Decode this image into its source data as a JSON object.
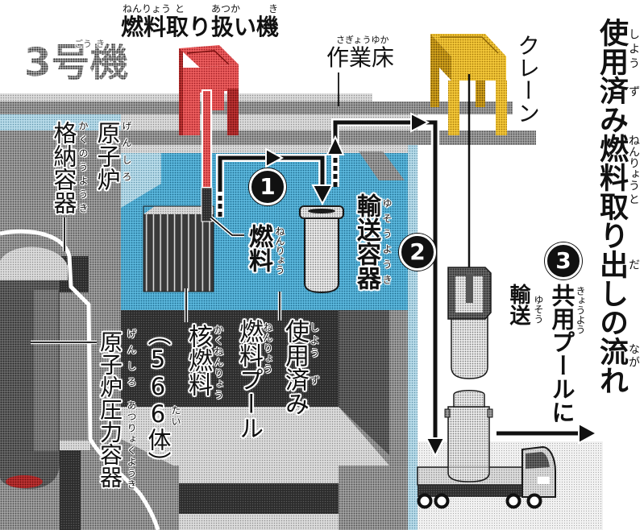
{
  "header": {
    "unit": {
      "text": "3号機",
      "ruby": [
        "ごう",
        "き"
      ]
    },
    "fuel_handling_machine": {
      "text": "燃料取り扱い機",
      "ruby": [
        "ねんりょう",
        "と",
        "あつか",
        "き"
      ]
    }
  },
  "title": {
    "text": "使用済み燃料取り出しの流れ",
    "ruby": [
      "しよう",
      "ず",
      "ねんりょう",
      "と",
      "だ",
      "なが"
    ]
  },
  "labels": {
    "operating_floor": {
      "text": "作業床",
      "ruby": "さぎょうゆか"
    },
    "crane": {
      "text": "クレーン"
    },
    "containment_vessel": {
      "lines": [
        "原子炉",
        "格納容器"
      ],
      "ruby": [
        "げんしろ",
        "かくのうようき"
      ]
    },
    "fuel": {
      "text": "燃料",
      "ruby": "ねんりょう"
    },
    "transport_cask": {
      "text": "輸送容器",
      "ruby": "ゆそうようき"
    },
    "spent_fuel_pool": {
      "lines": [
        "使用済み",
        "燃料プール"
      ],
      "ruby": [
        "しよう",
        "ず",
        "ねんりょう"
      ]
    },
    "nuclear_fuel": {
      "text": "核燃料",
      "ruby": "かくねんりょう",
      "count": "（566体）",
      "count_ruby": "たい"
    },
    "pressure_vessel": {
      "text": "原子炉圧力容器",
      "ruby": [
        "げんしろ",
        "あつりょくようき"
      ]
    }
  },
  "steps": [
    {
      "number": "1"
    },
    {
      "number": "2"
    },
    {
      "number": "3",
      "lines": [
        "共用プールに",
        "輸送"
      ],
      "ruby": [
        "きょうよう",
        "ゆそう"
      ]
    }
  ],
  "colors": {
    "fuel_handling_machine": "#ee5f5f",
    "crane": "#f5c93a",
    "pool_water": "#5cb8de",
    "arrows": "#111111",
    "vessel_bottom": "#d22a2a"
  }
}
